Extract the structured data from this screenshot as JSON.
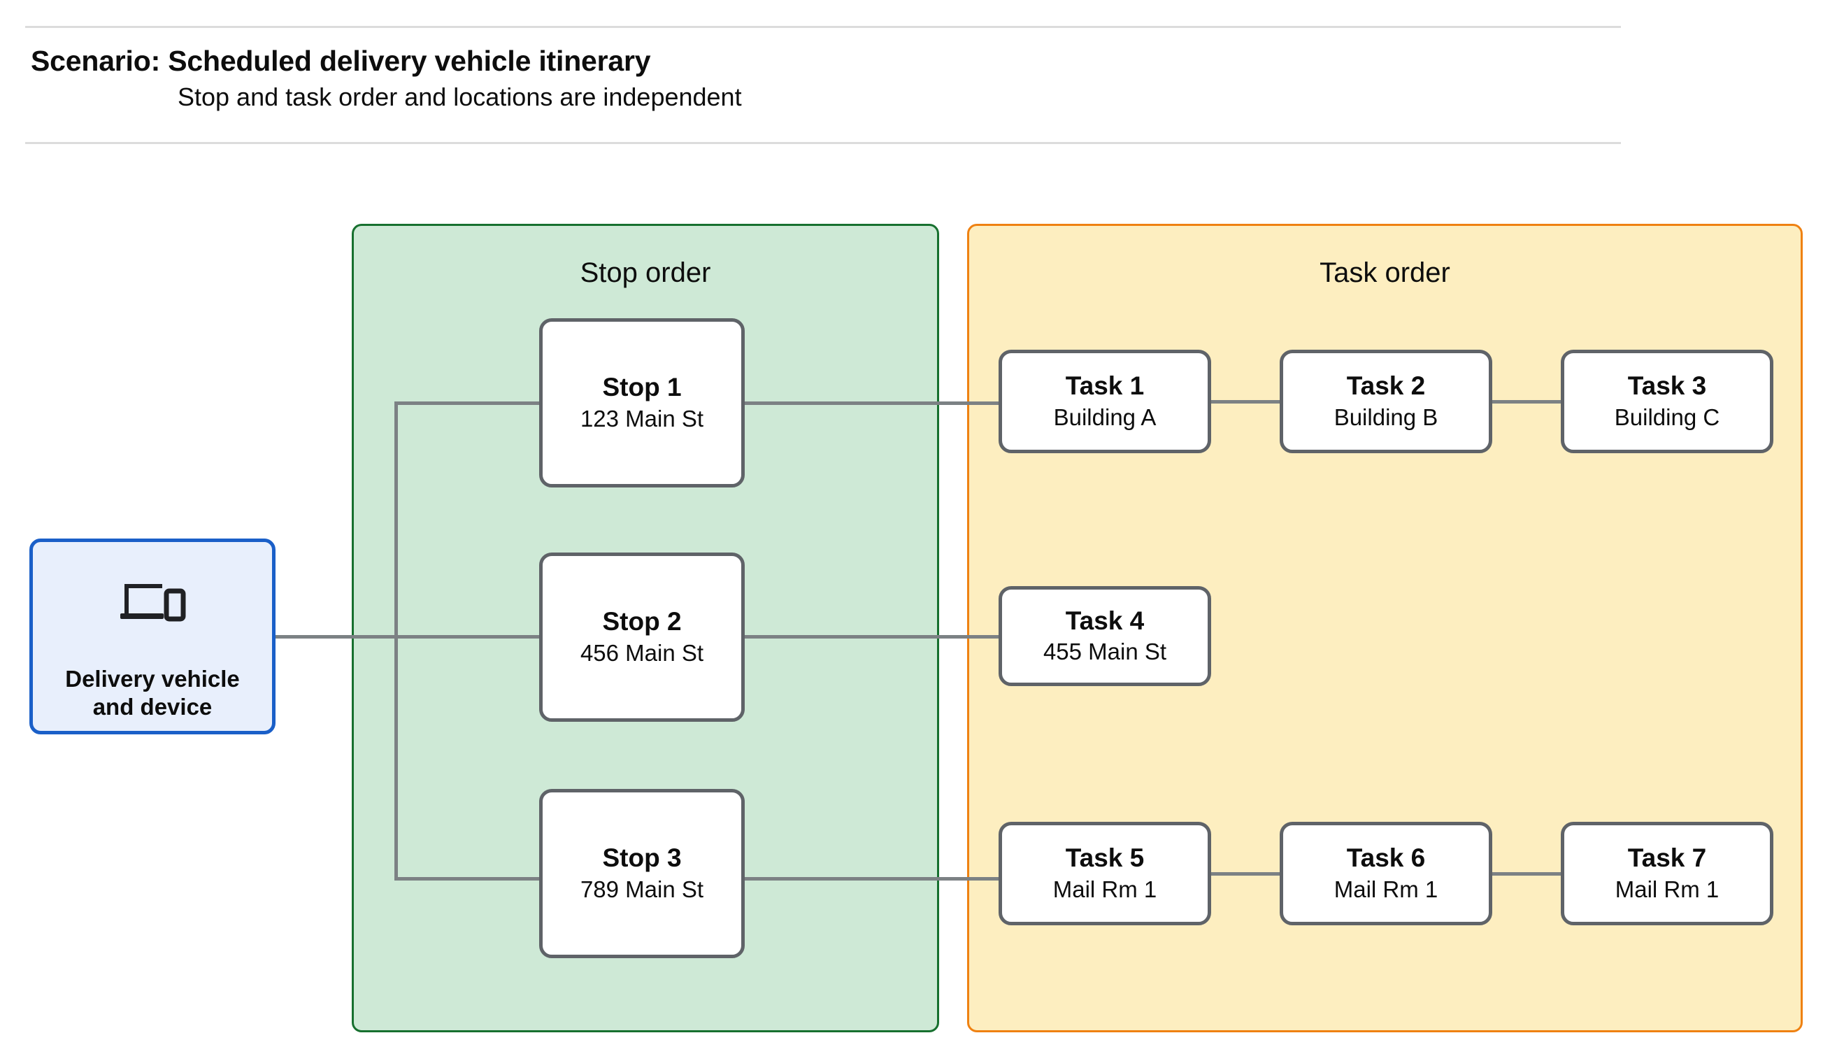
{
  "header": {
    "title": "Scenario: Scheduled delivery vehicle itinerary",
    "subtitle": "Stop and task order and locations are independent"
  },
  "vehicle": {
    "label": "Delivery vehicle\nand device",
    "icon": "laptop-and-phone-icon"
  },
  "panels": {
    "stop_order": {
      "title": "Stop order",
      "fill": "#cee9d6",
      "border": "#17702f"
    },
    "task_order": {
      "title": "Task order",
      "fill": "#fdeec0",
      "border": "#ef8112"
    }
  },
  "stops": [
    {
      "title": "Stop 1",
      "location": "123 Main St"
    },
    {
      "title": "Stop 2",
      "location": "456 Main St"
    },
    {
      "title": "Stop 3",
      "location": "789 Main St"
    }
  ],
  "tasks": [
    {
      "title": "Task 1",
      "location": "Building A"
    },
    {
      "title": "Task 2",
      "location": "Building B"
    },
    {
      "title": "Task 3",
      "location": "Building C"
    },
    {
      "title": "Task 4",
      "location": "455 Main St"
    },
    {
      "title": "Task 5",
      "location": "Mail Rm 1"
    },
    {
      "title": "Task 6",
      "location": "Mail Rm 1"
    },
    {
      "title": "Task 7",
      "location": "Mail Rm 1"
    }
  ],
  "colors": {
    "node_border": "#5f6368",
    "connector": "#7c8184",
    "vehicle_border": "#1a5fc8",
    "vehicle_fill": "#e8effc",
    "divider": "#dcdcdc"
  }
}
